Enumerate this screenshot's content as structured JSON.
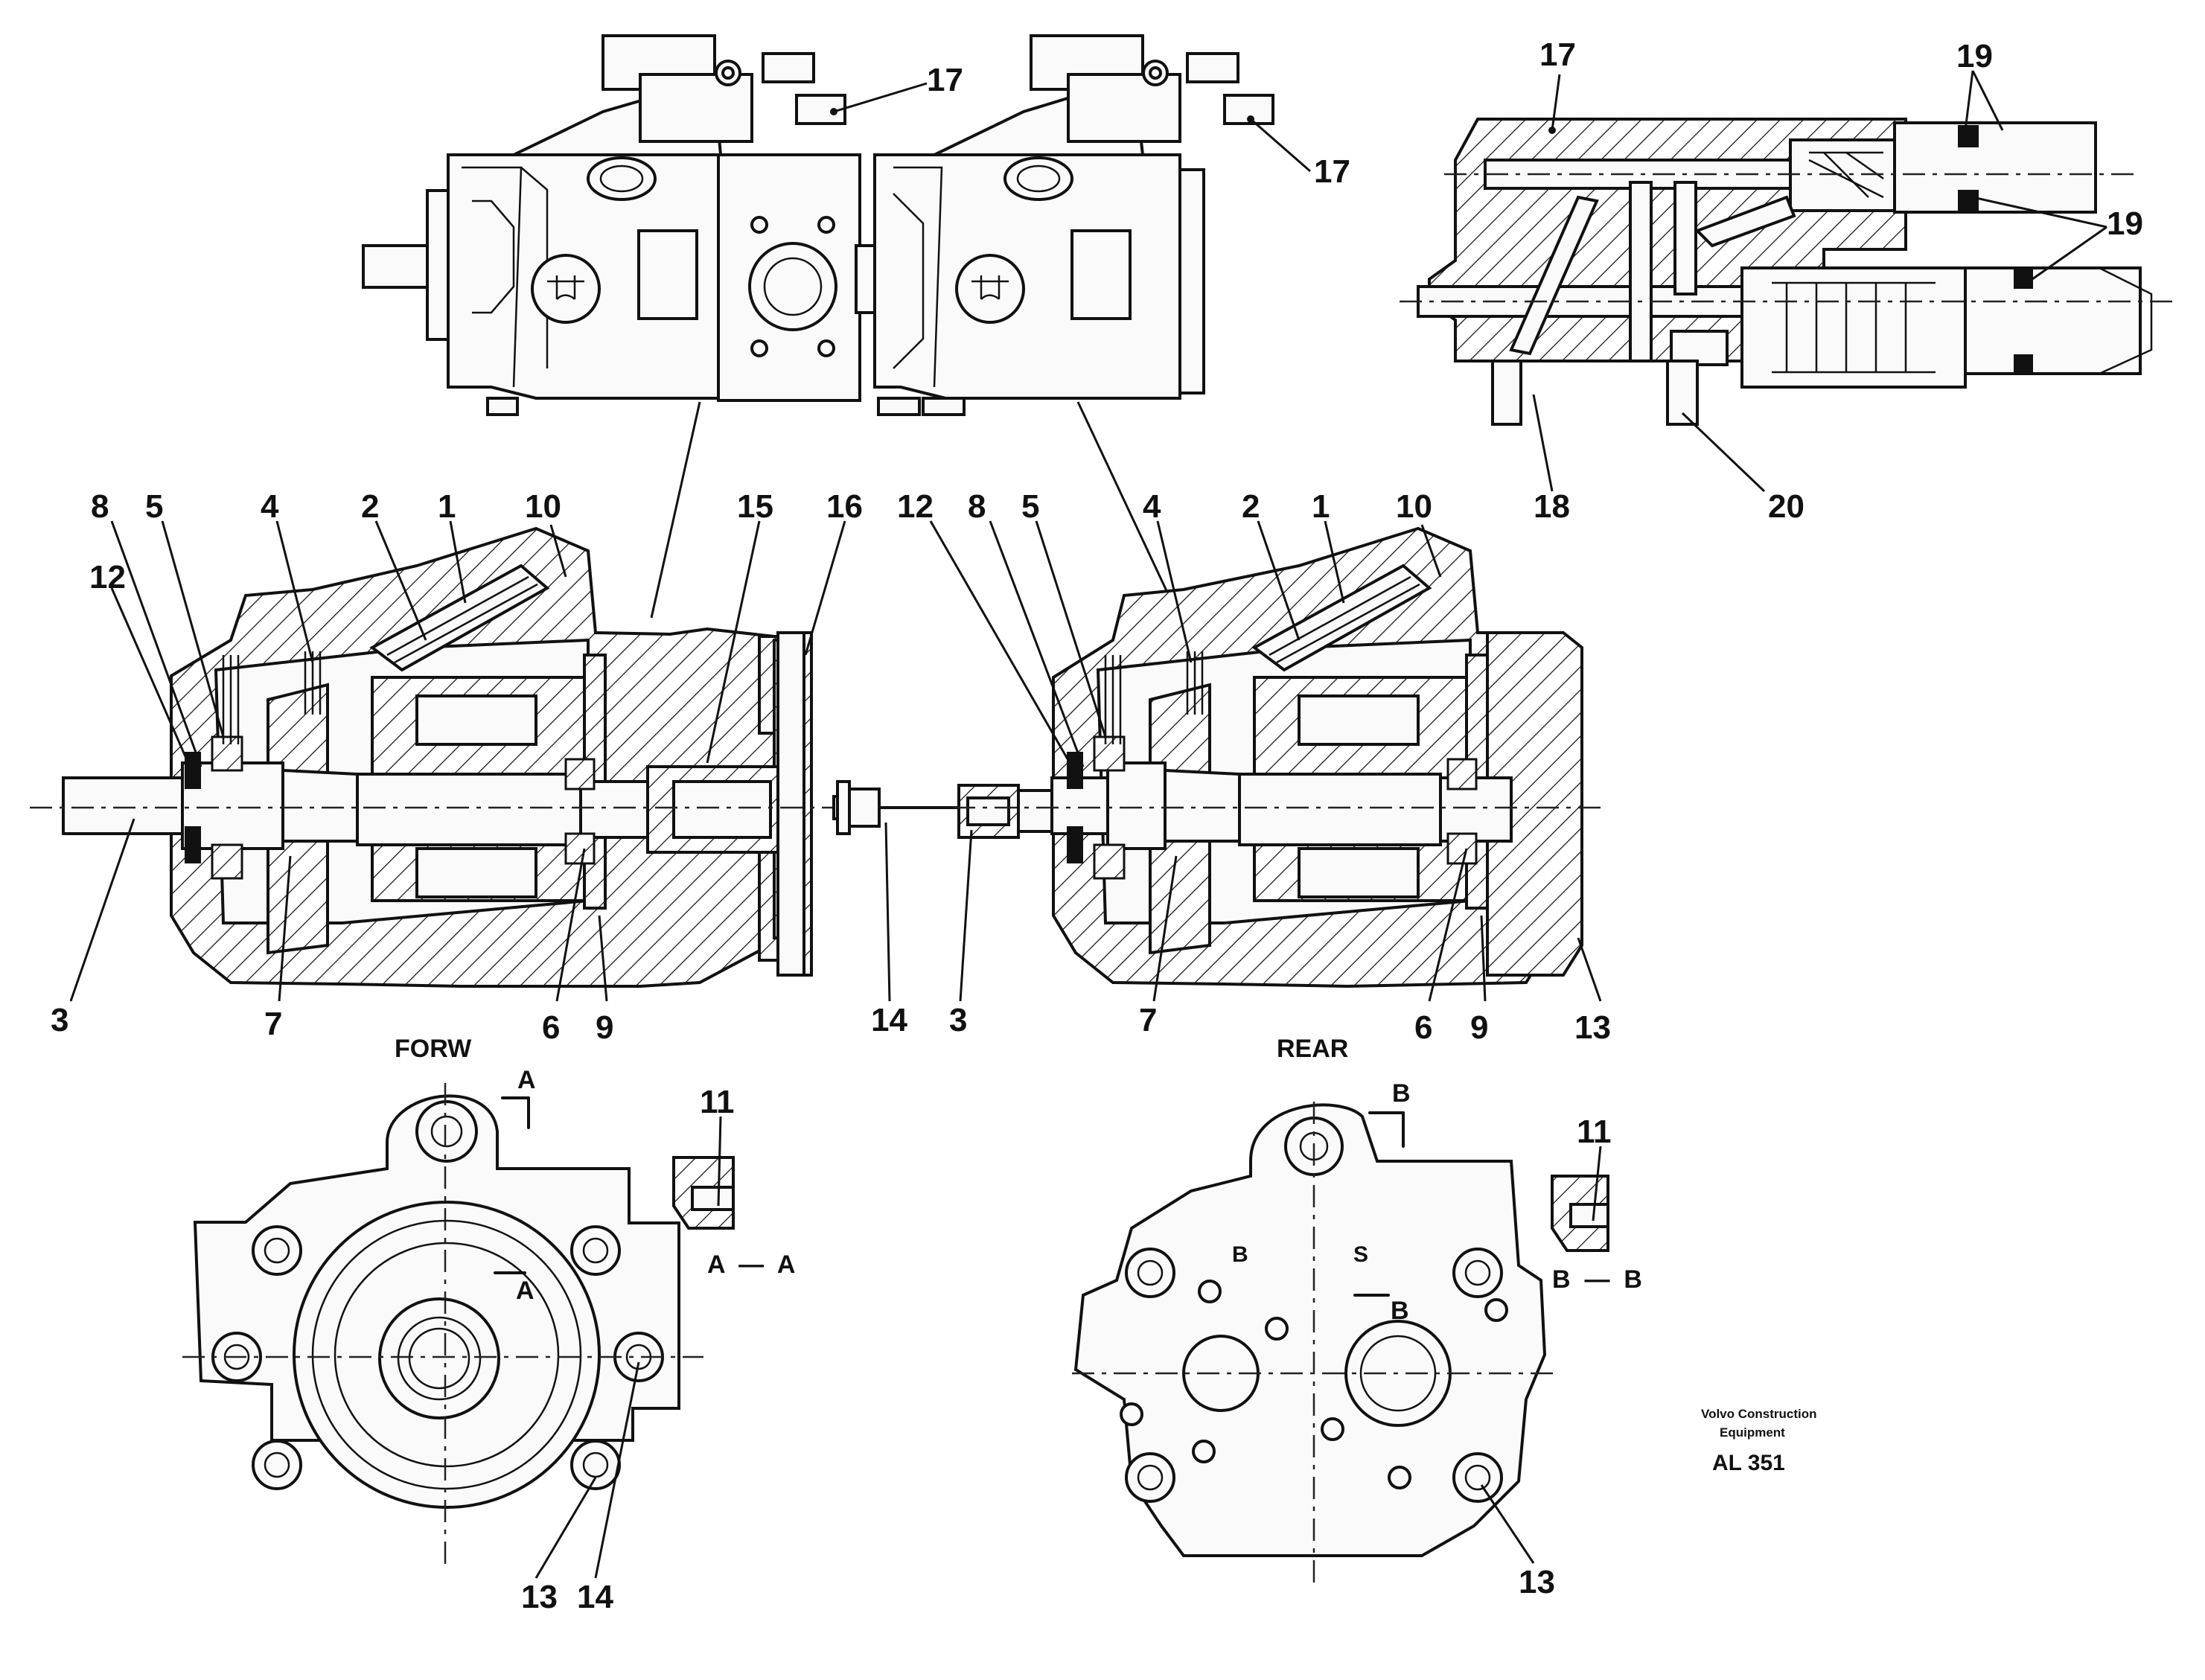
{
  "callouts": {
    "c1": "1",
    "c2": "2",
    "c3": "3",
    "c4": "4",
    "c5": "5",
    "c6": "6",
    "c7": "7",
    "c8": "8",
    "c9": "9",
    "c10": "10",
    "c11": "11",
    "c12": "12",
    "c13": "13",
    "c14": "14",
    "c15": "15",
    "c16": "16",
    "c17": "17",
    "c18": "18",
    "c19": "19",
    "c20": "20"
  },
  "views": {
    "forw": {
      "title": "FORW",
      "section_mark": "A",
      "section_label": "A  —  A"
    },
    "rear": {
      "title": "REAR",
      "section_mark": "B",
      "section_label": "B  —  B"
    }
  },
  "rear_face_letters": {
    "left": "B",
    "right": "S"
  },
  "publisher": {
    "line1": "Volvo Construction",
    "line2": "Equipment",
    "code": "AL 351"
  }
}
